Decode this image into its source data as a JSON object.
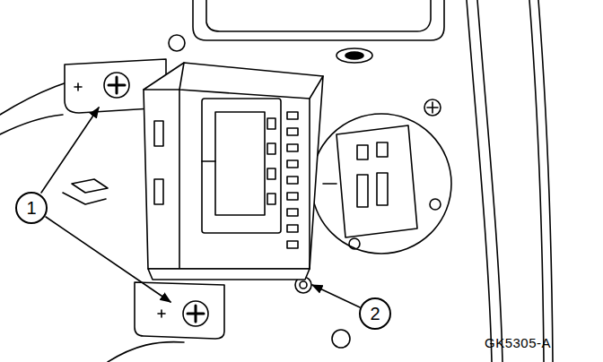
{
  "diagram": {
    "nodes": [
      {
        "text": [
          "1"
        ]
      },
      {
        "text": [
          "2"
        ]
      }
    ],
    "labels": [
      "GK5305-A"
    ]
  }
}
